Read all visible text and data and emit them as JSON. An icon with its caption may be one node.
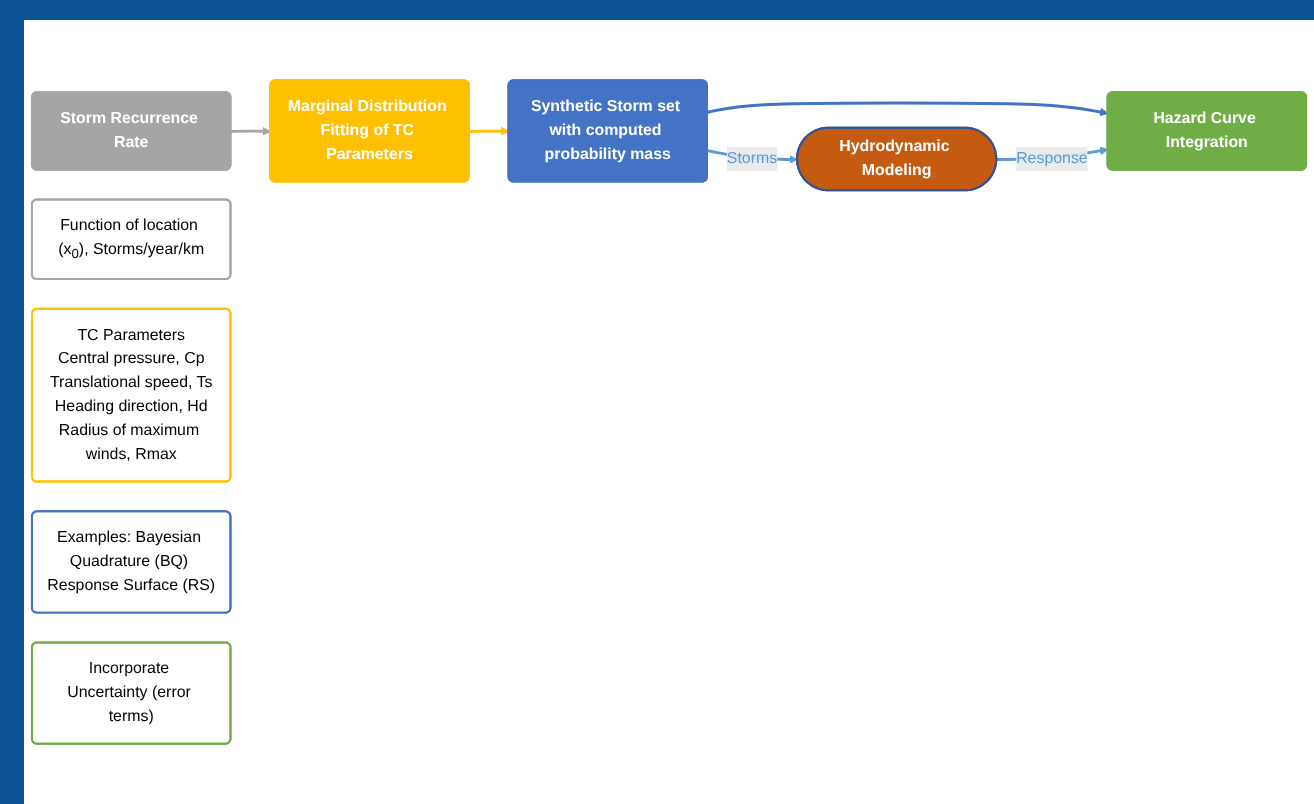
{
  "diagram": {
    "nodes": [
      {
        "text": [
          "Storm Recurrence Rate"
        ]
      },
      {
        "text": [
          "Marginal Distribution Fitting of TC Parameters"
        ]
      },
      {
        "text": [
          "Synthetic Storm set with computed probability mass"
        ]
      },
      {
        "text": [
          "Hazard Curve Integration"
        ]
      },
      {
        "text": [
          "Hydrodynamic Modeling"
        ]
      },
      {
        "text": [
          "Function of location (x$_{0}$), Storms/year/km"
        ]
      },
      {
        "text": [
          "TC Parameters",
          "Central pressure, Cp",
          "Translational speed, Ts",
          "Heading direction, Hd",
          "Radius of maximum winds, Rmax"
        ]
      },
      {
        "text": [
          "Examples: Bayesian Quadrature (BQ) Response Surface (RS)"
        ]
      },
      {
        "text": [
          "Incorporate Uncertainty (error terms)"
        ]
      }
    ],
    "edges": [
      {
        "from": 0,
        "to": 1,
        "arrow": "to",
        "color": "#a5a5a5"
      },
      {
        "from": 1,
        "to": 2,
        "arrow": "to",
        "color": "#ffc000"
      },
      {
        "from": 2,
        "to": 3,
        "arrow": "to",
        "color": "#4472c4"
      },
      {
        "from": 2,
        "to": 4,
        "label": "Storms",
        "arrow": "to",
        "color": "#5b9bd5"
      },
      {
        "from": 4,
        "to": 3,
        "label": "Response",
        "arrow": "to",
        "color": "#5b9bd5"
      }
    ]
  }
}
